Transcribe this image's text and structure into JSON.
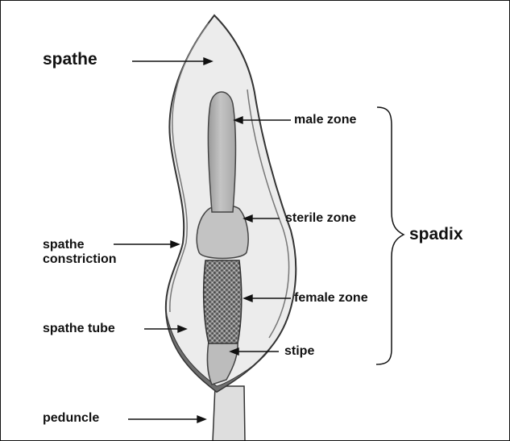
{
  "labels": {
    "spathe": "spathe",
    "male_zone": "male zone",
    "sterile_zone": "sterile zone",
    "spadix": "spadix",
    "spathe_constriction": "spathe constriction",
    "female_zone": "female zone",
    "spathe_tube": "spathe tube",
    "stipe": "stipe",
    "peduncle": "peduncle"
  }
}
